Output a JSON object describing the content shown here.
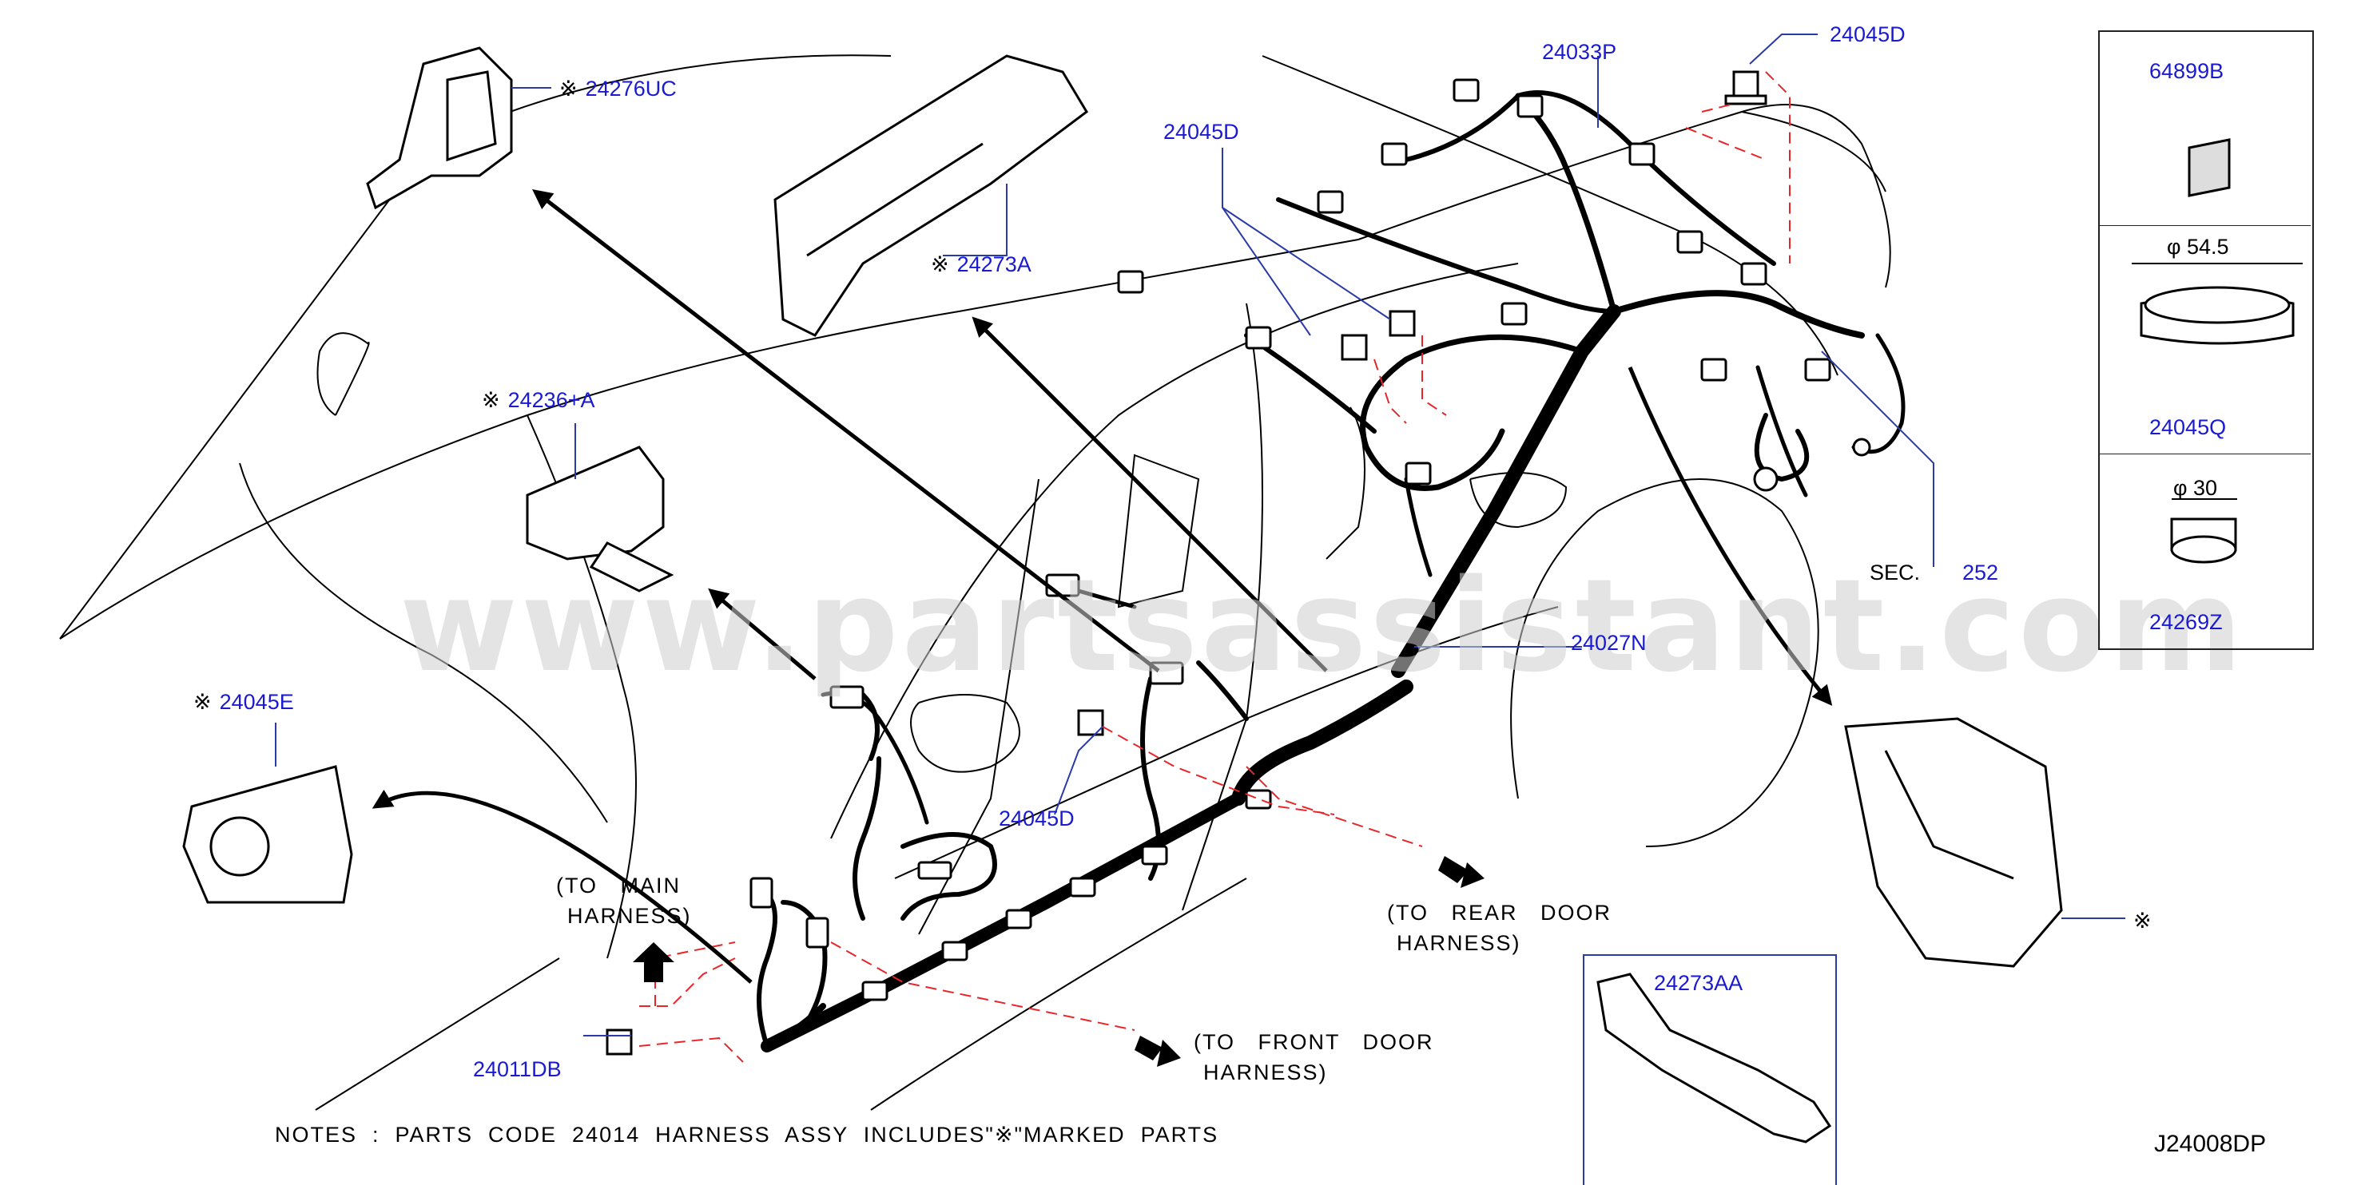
{
  "diagram": {
    "code": "J24008DP",
    "watermark": "www.partsassistant.com",
    "notes": "NOTES  :  PARTS  CODE  24014  HARNESS  ASSY  INCLUDES\"※\"MARKED  PARTS",
    "marker_symbol": "※",
    "colors": {
      "part_number": "#1a1ad0",
      "leader_line": "#2a3aa8",
      "dashed_line": "#e8262a",
      "watermark": "#cfcfcf"
    },
    "parts": {
      "p24276UC": "24276UC",
      "p24273A": "24273A",
      "p24236A": "24236+A",
      "p24045E": "24045E",
      "p24011DB": "24011DB",
      "p24045D_left": "24045D",
      "p24045D_mid": "24045D",
      "p24045D_top": "24045D",
      "p24033P": "24033P",
      "p24027N": "24027N",
      "p24273AA": "24273AA",
      "sec_label": "SEC.",
      "sec_num": "252"
    },
    "inset": {
      "p64899B": "64899B",
      "dia1": "φ 54.5",
      "p24045Q": "24045Q",
      "dia2": "φ 30",
      "p24269Z": "24269Z"
    },
    "callouts": {
      "to_main_1": "(TO   MAIN",
      "to_main_2": "HARNESS)",
      "to_rear_1": "(TO   REAR   DOOR",
      "to_rear_2": "HARNESS)",
      "to_front_1": "(TO   FRONT   DOOR",
      "to_front_2": "HARNESS)"
    }
  }
}
